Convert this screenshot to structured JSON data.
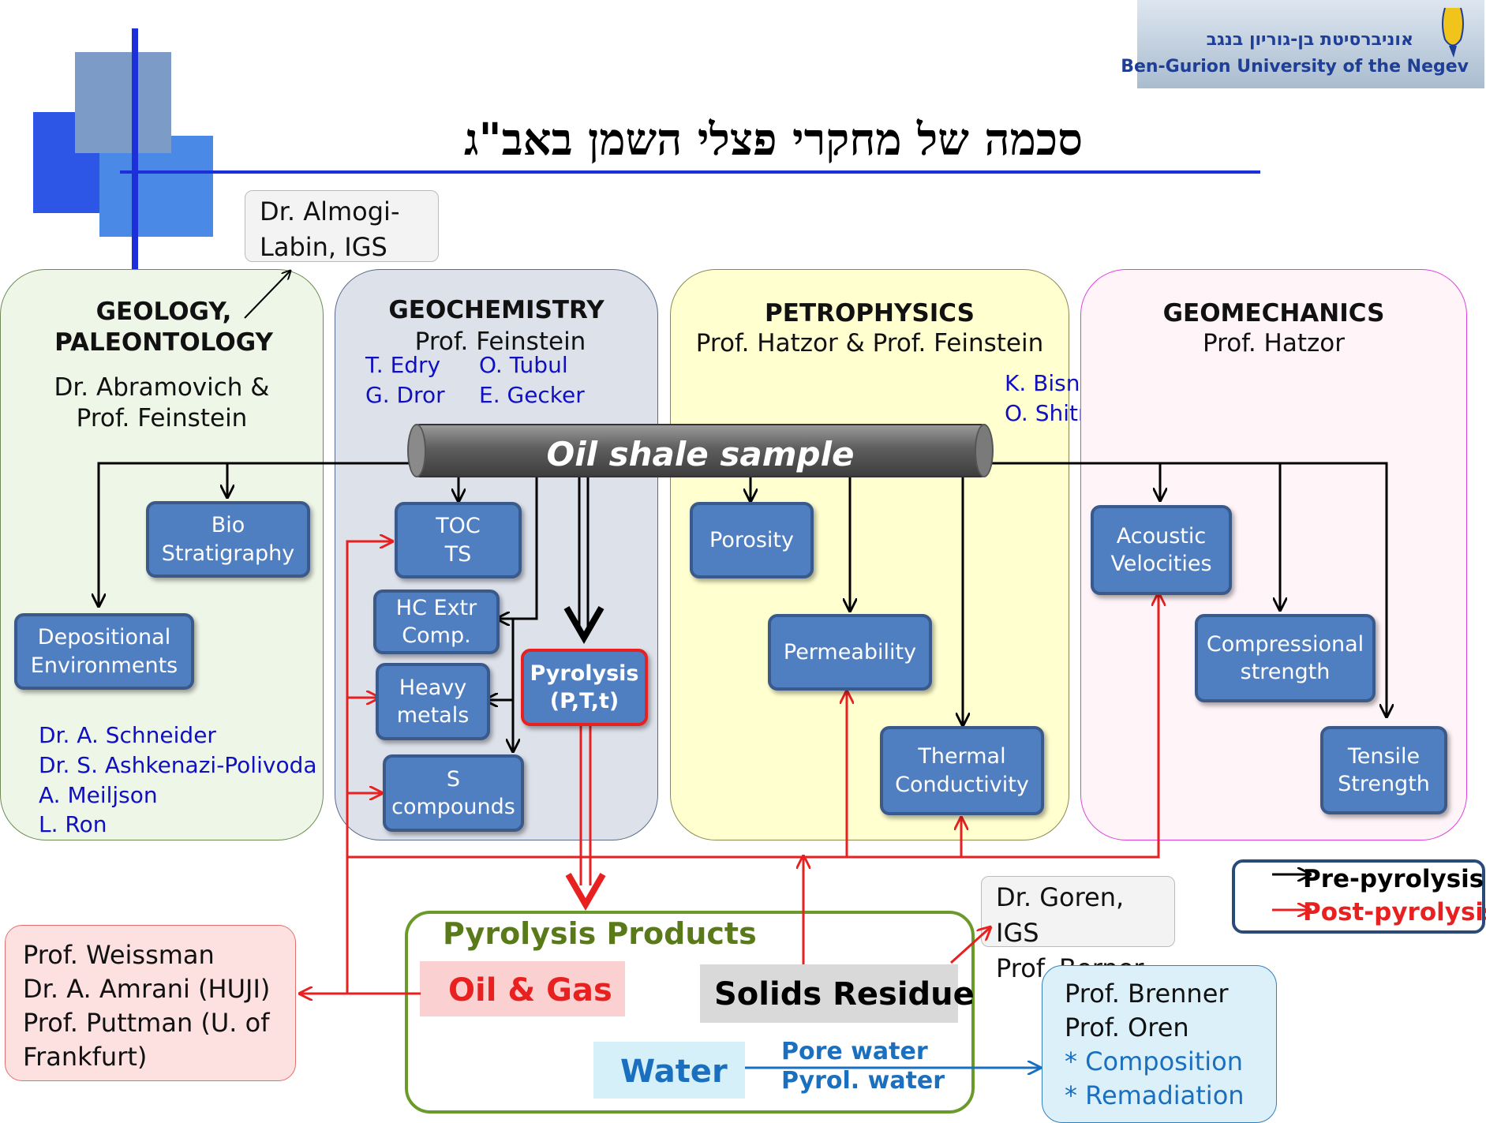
{
  "logo": {
    "hebrew": "אוניברסיטת בן-גוריון בנגב",
    "english": "Ben-Gurion University of the Negev"
  },
  "title": "סכמה של מחקרי פצלי השמן באב\"ג",
  "callouts": {
    "almogi": "Dr. Almogi-\nLabin, IGS",
    "goren": "Dr. Goren, IGS\nProf. Berner",
    "weissman": "Prof. Weissman\nDr. A. Amrani (HUJI)\nProf. Puttman (U. of\n Frankfurt)",
    "brenner_names": "Prof. Brenner\nProf. Oren",
    "brenner_items": "* Composition\n* Remadiation"
  },
  "panels": {
    "geology": {
      "title": "GEOLOGY,\nPALEONTOLOGY",
      "lead": "Dr.  Abramovich &\nProf.  Feinstein",
      "team": "Dr. A. Schneider\nDr. S. Ashkenazi-Polivoda\nA. Meiljson\nL. Ron"
    },
    "geochemistry": {
      "title": "GEOCHEMISTRY",
      "lead": "Prof. Feinstein",
      "team_left": "T. Edry\nG. Dror",
      "team_right": "O. Tubul\nE. Gecker"
    },
    "petrophysics": {
      "title": "PETROPHYSICS",
      "lead": "Prof. Hatzor & Prof. Feinstein",
      "team": "K. Bisnovat\nO. Shitrit"
    },
    "geomechanics": {
      "title": "GEOMECHANICS",
      "lead": "Prof. Hatzor"
    }
  },
  "sample": "Oil shale sample",
  "boxes": {
    "bio": "Bio\nStratigraphy",
    "depositional": "Depositional\nEnvironments",
    "toc": "TOC\nTS",
    "hc": "HC Extr\nComp.",
    "heavy": "Heavy\nmetals",
    "s_comp": "S\ncompounds",
    "pyrolysis": "Pyrolysis\n(P,T,t)",
    "porosity": "Porosity",
    "permeability": "Permeability",
    "thermal": "Thermal\nConductivity",
    "acoustic": "Acoustic\nVelocities",
    "compressional": "Compressional\nstrength",
    "tensile": "Tensile\nStrength"
  },
  "products": {
    "title": "Pyrolysis Products",
    "oil_gas": "Oil & Gas",
    "solids": "Solids Residue",
    "water": "Water",
    "pore_water": "Pore water",
    "pyrol_water": "Pyrol. water"
  },
  "legend": {
    "pre": "Pre-pyrolysis",
    "post": "Post-pyrolysis"
  },
  "colors": {
    "box_fill": "#4f7fc0",
    "pre_arrow": "#000000",
    "post_arrow": "#e82020",
    "water_arrow": "#1a6fbf",
    "team_text": "#1010c0"
  }
}
